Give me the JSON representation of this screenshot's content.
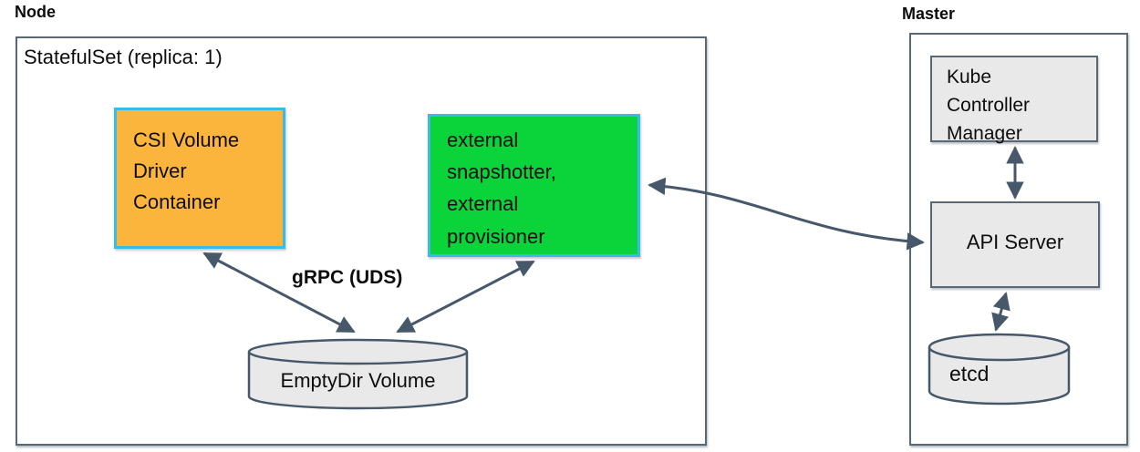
{
  "node_section": {
    "label": "Node",
    "statefulset_title": "StatefulSet (replica: 1)",
    "csi_driver_container_label": "CSI Volume\nDriver\nContainer",
    "sidecar_label": "external\nsnapshotter,\nexternal\nprovisioner",
    "grpc_label": "gRPC (UDS)",
    "emptydir_volume_label": "EmptyDir Volume"
  },
  "master_section": {
    "label": "Master",
    "kube_controller_manager_label": "Kube\nController\nManager",
    "api_server_label": "API Server",
    "etcd_label": "etcd"
  },
  "colors": {
    "csi_driver_fill": "#FBB53D",
    "sidecar_fill": "#0BD43B",
    "container_border": "#35BCE9",
    "gray_fill": "#E9E9E9",
    "outline": "#5A6775",
    "arrow": "#47586B"
  }
}
